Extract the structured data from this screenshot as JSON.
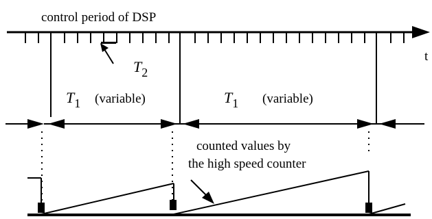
{
  "labels": {
    "control_period": "control period of DSP",
    "time_axis": "t",
    "t2_letter": "T",
    "t2_subscript": "2",
    "t1_letter": "T",
    "t1_subscript": "1",
    "variable_1": "(variable)",
    "variable_2": "(variable)",
    "counted_line1": "counted values by",
    "counted_line2": "the high speed counter"
  },
  "colors": {
    "ink": "#000000",
    "background": "#ffffff"
  }
}
